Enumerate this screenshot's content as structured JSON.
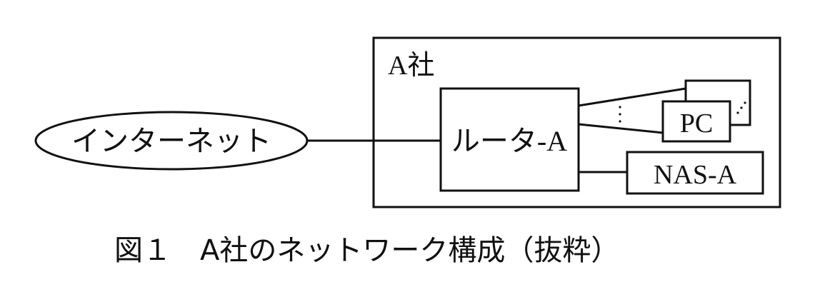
{
  "diagram": {
    "internet_label": "インターネット",
    "company_label": "A社",
    "router_label": "ルータ-A",
    "pc_label": "PC",
    "nas_label": "NAS-A",
    "caption": "図１　A社のネットワーク構成（抜粋）"
  }
}
